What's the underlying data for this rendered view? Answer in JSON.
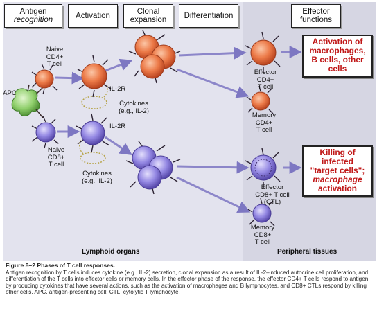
{
  "headers": {
    "antigen": [
      "Antigen",
      "recognition"
    ],
    "activation": "Activation",
    "clonal": [
      "Clonal",
      "expansion"
    ],
    "differentiation": "Differentiation",
    "effector": [
      "Effector",
      "functions"
    ]
  },
  "labels": {
    "naive_cd4": [
      "Naive",
      "CD4+",
      "T cell"
    ],
    "naive_cd8": [
      "Naive",
      "CD8+",
      "T cell"
    ],
    "apc": "APC",
    "il2r_top": "IL-2R",
    "il2r_bottom": "IL-2R",
    "cytokines_top": [
      "Cytokines",
      "(e.g., IL-2)"
    ],
    "cytokines_bottom": [
      "Cytokines",
      "(e.g., IL-2)"
    ],
    "effector_cd4": [
      "Effector",
      "CD4+",
      "T cell"
    ],
    "memory_cd4": [
      "Memory",
      "CD4+",
      "T cell"
    ],
    "effector_cd8": [
      "Effector",
      "CD8+ T cell",
      "(CTL)"
    ],
    "memory_cd8": [
      "Memory",
      "CD8+",
      "T cell"
    ]
  },
  "boxes": {
    "activation": [
      "Activation of",
      "macrophages,",
      "B cells, other",
      "cells"
    ],
    "killing": [
      "Killing of",
      "infected",
      "\"target cells\";",
      "macrophage",
      "activation"
    ]
  },
  "regions": {
    "lymphoid": "Lymphoid organs",
    "peripheral": "Peripheral tissues"
  },
  "caption": {
    "title": "Figure 8–2   Phases of T cell responses.",
    "body": "Antigen recognition by T cells induces cytokine (e.g., IL-2) secretion, clonal expansion as a result of IL-2–induced autocrine cell proliferation, and differentiation of the T cells into effector cells or memory cells. In the effector phase of the response, the effector CD4+ T cells respond to antigen by producing cytokines that have several actions, such as the activation of macrophages and B lymphocytes, and CD8+ CTLs respond by killing other cells. APC, antigen-presenting cell; CTL, cytolytic T lymphocyte."
  },
  "colors": {
    "cd4_cell": "#e8673a",
    "cd8_cell": "#8a7fd9",
    "apc": "#8fcf6b",
    "arrow": "#8c86c9",
    "box_text": "#c01818"
  }
}
